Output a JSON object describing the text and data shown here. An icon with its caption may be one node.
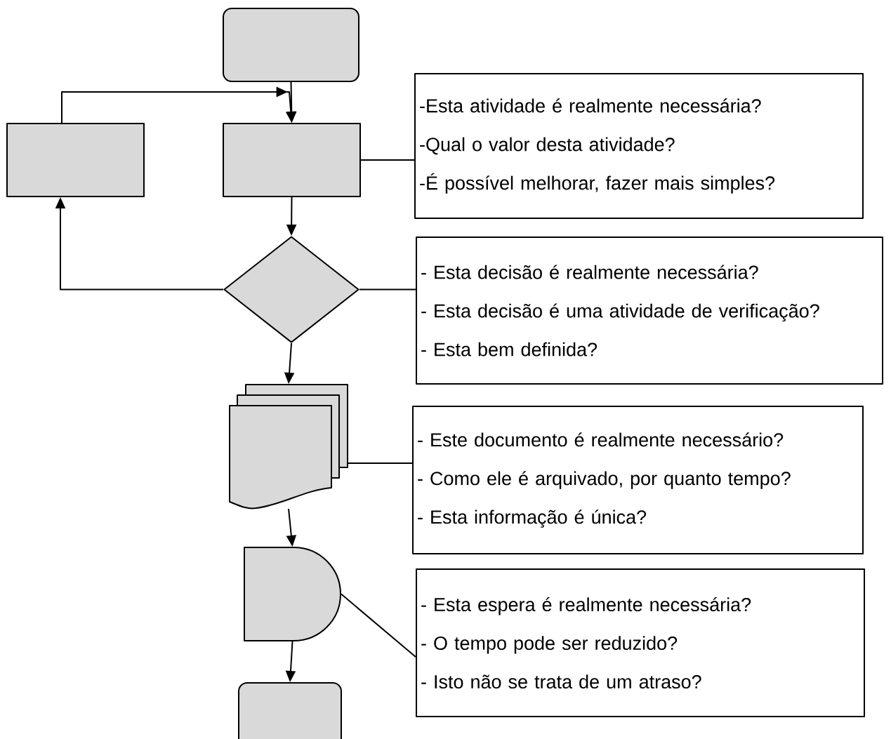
{
  "diagram": {
    "nodes": [
      {
        "text": [],
        "shape": "box"
      },
      {
        "text": [],
        "shape": "box"
      },
      {
        "text": [],
        "shape": "box"
      },
      {
        "text": [
          "-Esta atividade é realmente necessária?",
          "-Qual o valor desta atividade?",
          "-É possível melhorar, fazer mais simples?"
        ]
      },
      {
        "text": [],
        "shape": "diamond"
      },
      {
        "text": [
          "- Esta decisão é realmente necessária?",
          "- Esta decisão é uma atividade de verificação?",
          "- Esta bem definida?"
        ]
      },
      {
        "text": [],
        "shape": "document"
      },
      {
        "text": [
          "- Este documento é realmente necessário?",
          "- Como ele é arquivado, por quanto tempo?",
          "- Esta informação é única?"
        ]
      },
      {
        "text": [],
        "shape": "delay"
      },
      {
        "text": [
          "- Esta espera é realmente necessária?",
          "- O tempo pode ser reduzido?",
          "- Isto não se trata de um atraso?"
        ]
      },
      {
        "text": [],
        "shape": "box"
      }
    ],
    "edges": [
      {
        "from": 0,
        "to": 2,
        "arrow": "to"
      },
      {
        "from": 1,
        "to": 2,
        "arrow": "to"
      },
      {
        "from": 2,
        "to": 4,
        "arrow": "to"
      },
      {
        "from": 4,
        "to": 1,
        "arrow": "to"
      },
      {
        "from": 4,
        "to": 6,
        "arrow": "to"
      },
      {
        "from": 6,
        "to": 8,
        "arrow": "to"
      },
      {
        "from": 8,
        "to": 10,
        "arrow": "to"
      },
      {
        "from": 2,
        "to": 3,
        "arrow": "none"
      },
      {
        "from": 4,
        "to": 5,
        "arrow": "none"
      },
      {
        "from": 6,
        "to": 7,
        "arrow": "none"
      },
      {
        "from": 8,
        "to": 9,
        "arrow": "none"
      }
    ]
  }
}
